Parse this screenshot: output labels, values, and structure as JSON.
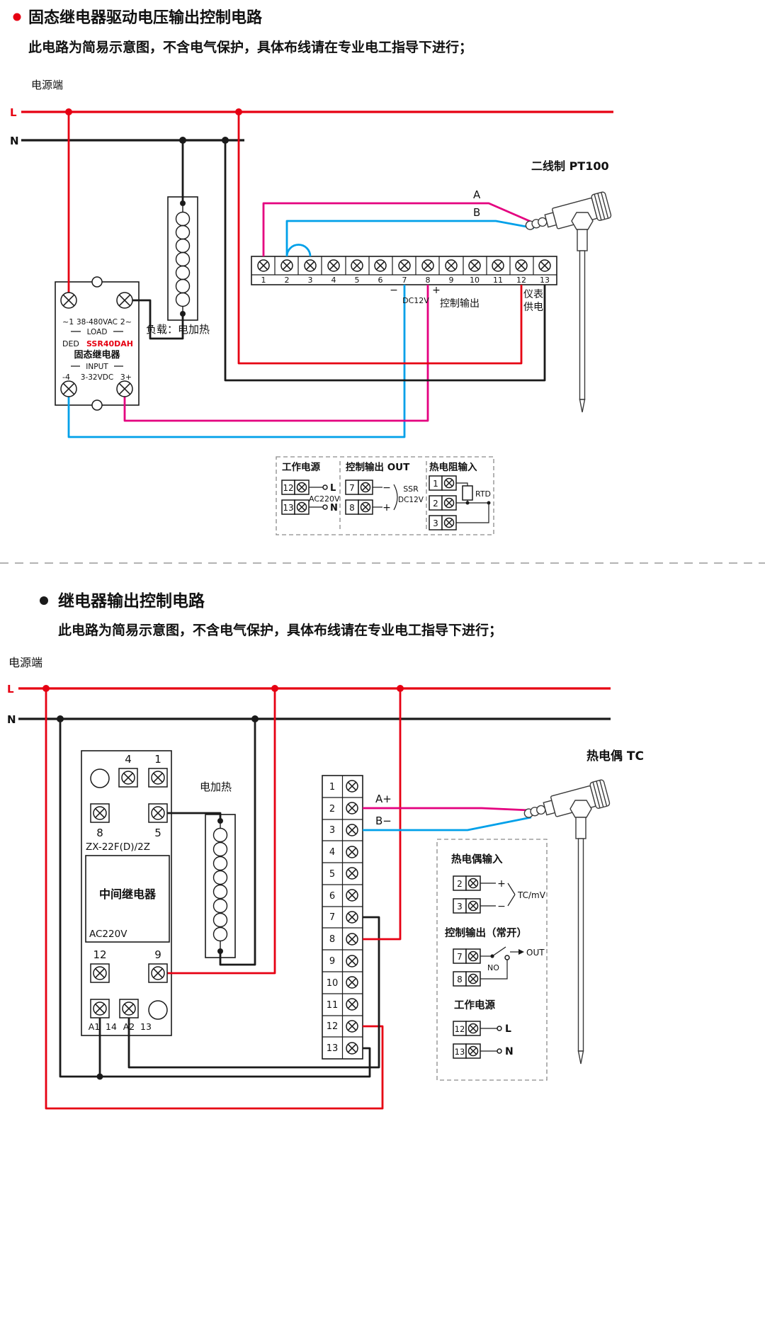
{
  "colors": {
    "live": "#e60012",
    "neutral": "#1a1a1a",
    "signal_a": "#e4007f",
    "signal_b": "#00a0e9"
  },
  "section1": {
    "title": "固态继电器驱动电压输出控制电路",
    "subtitle": "此电路为简易示意图，不含电气保护，具体布线请在专业电工指导下进行；",
    "power_label": "电源端",
    "l_label": "L",
    "n_label": "N",
    "ssr": {
      "t1n": "~1",
      "vac": "38-480VAC",
      "t2n": "2~",
      "load": "LOAD",
      "brand": "DED",
      "model": "SSR40DAH",
      "name": "固态继电器",
      "input": "INPUT",
      "t4n": "-4",
      "vdc": "3-32VDC",
      "t3n": "3+"
    },
    "load_label": "负载：电加热",
    "terminals": [
      "1",
      "2",
      "3",
      "4",
      "5",
      "6",
      "7",
      "8",
      "9",
      "10",
      "11",
      "12",
      "13"
    ],
    "strip": {
      "minus": "−",
      "dc12v": "DC12V",
      "plus": "+",
      "ctrl": "控制输出",
      "meter1": "仪表",
      "meter2": "供电"
    },
    "wire_a": "A",
    "wire_b": "B",
    "sensor_label": "二线制 PT100",
    "legend": {
      "power": {
        "title": "工作电源",
        "n12": "12",
        "l": "L",
        "ac": "AC220V",
        "n13": "13",
        "n": "N"
      },
      "out": {
        "title": "控制输出 OUT",
        "n7": "7",
        "minus": "−",
        "n8": "8",
        "plus": "+",
        "ssr": "SSR",
        "dc12v": "DC12V"
      },
      "rtd": {
        "title": "热电阻输入",
        "n1": "1",
        "n2": "2",
        "n3": "3",
        "label": "RTD"
      }
    }
  },
  "section2": {
    "title": "继电器输出控制电路",
    "subtitle": "此电路为简易示意图，不含电气保护，具体布线请在专业电工指导下进行；",
    "power_label": "电源端",
    "l_label": "L",
    "n_label": "N",
    "relay": {
      "p4": "4",
      "p1": "1",
      "p8": "8",
      "p5": "5",
      "model": "ZX-22F(D)/2Z",
      "name": "中间继电器",
      "volt": "AC220V",
      "p12": "12",
      "p9": "9",
      "a1": "A1",
      "p14": "14",
      "a2": "A2",
      "p13": "13"
    },
    "heater_label": "电加热",
    "terminals": [
      "1",
      "2",
      "3",
      "4",
      "5",
      "6",
      "7",
      "8",
      "9",
      "10",
      "11",
      "12",
      "13"
    ],
    "wire_a": "A+",
    "wire_b": "B−",
    "sensor_label": "热电偶 TC",
    "legend": {
      "tc": {
        "title": "热电偶输入",
        "n2": "2",
        "plus": "+",
        "n3": "3",
        "minus": "−",
        "sig": "TC/mV"
      },
      "out": {
        "title": "控制输出（常开）",
        "n7": "7",
        "no": "NO",
        "n8": "8",
        "out": "OUT"
      },
      "power": {
        "title": "工作电源",
        "n12": "12",
        "l": "L",
        "n13": "13",
        "n": "N"
      }
    }
  }
}
